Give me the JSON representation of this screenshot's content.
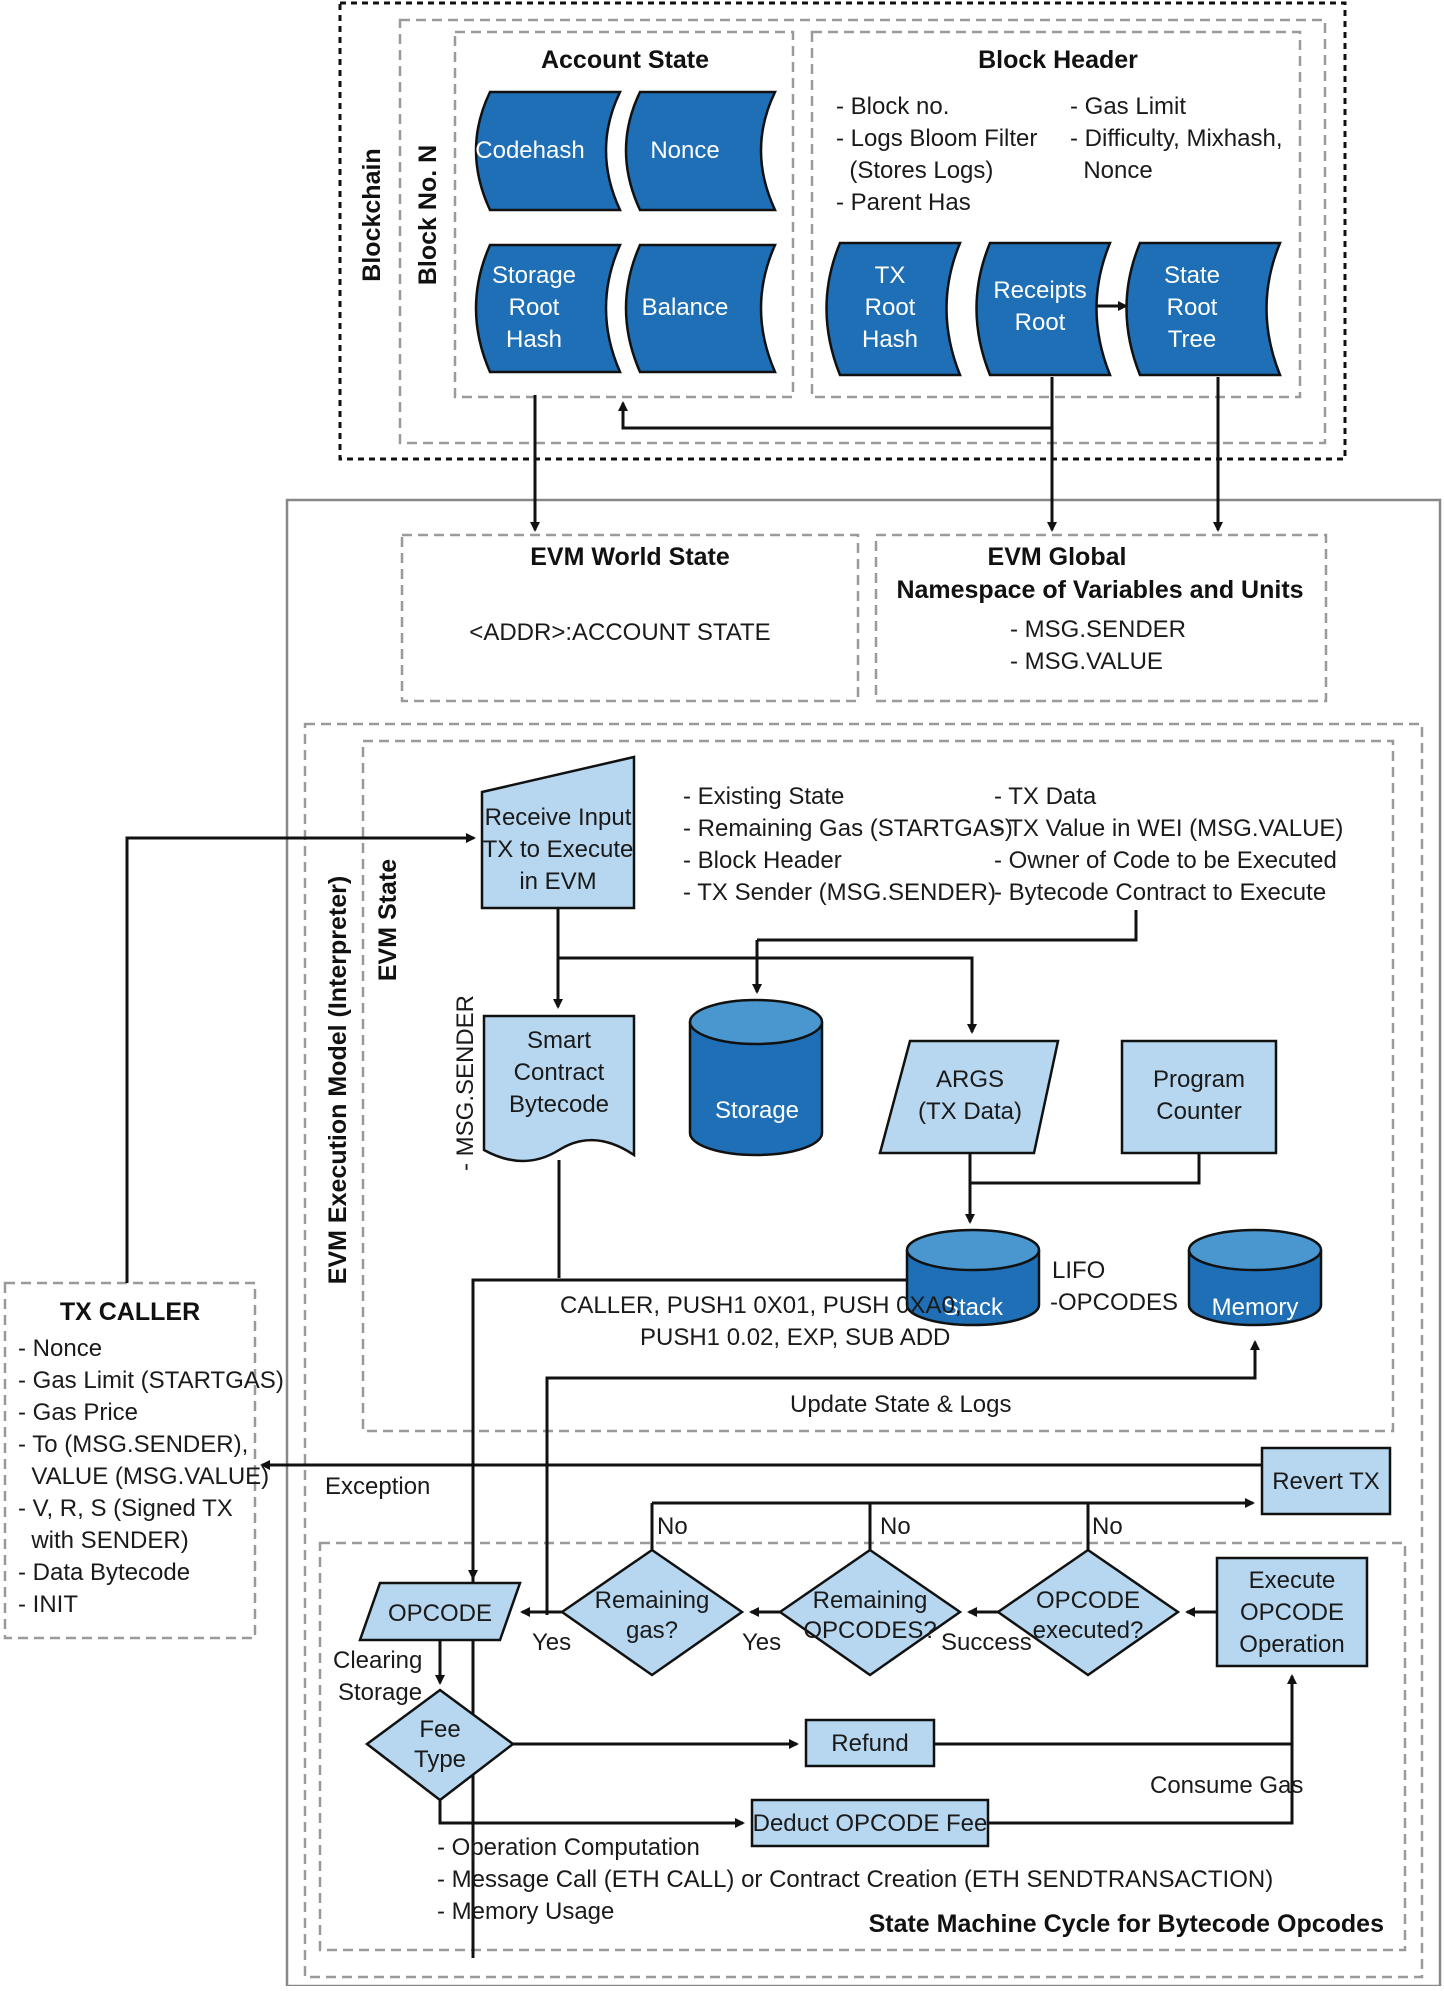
{
  "colors": {
    "dark_shape": "#1e6fb6",
    "dark_shape_top": "#4a97d0",
    "light_shape": "#b6d7ef",
    "stroke": "#111111",
    "dashed": "#9a9a9a"
  },
  "blockchain": {
    "label": "Blockchain",
    "block_label": "Block No. N",
    "account_state": {
      "title": "Account State",
      "codehash": "Codehash",
      "nonce": "Nonce",
      "storage_root": [
        "Storage",
        "Root",
        "Hash"
      ],
      "balance": "Balance"
    },
    "block_header": {
      "title": "Block Header",
      "list_left": [
        "- Block no.",
        "- Logs Bloom Filter",
        "  (Stores Logs)",
        "- Parent Has"
      ],
      "list_right": [
        "- Gas Limit",
        "- Difficulty, Mixhash,",
        "  Nonce"
      ],
      "tx_root": [
        "TX",
        "Root",
        "Hash"
      ],
      "receipts_root": [
        "Receipts",
        "Root"
      ],
      "state_root": [
        "State",
        "Root",
        "Tree"
      ]
    }
  },
  "world_state": {
    "title": "EVM World State",
    "line": "<ADDR>:ACCOUNT STATE"
  },
  "global_namespace": {
    "title_1": "EVM Global",
    "title_2": "Namespace of Variables and Units",
    "items": [
      "- MSG.SENDER",
      "- MSG.VALUE"
    ]
  },
  "execution_model": {
    "label": "EVM Execution Model (Interpreter)",
    "evm_state_label": "EVM State",
    "receive_input": [
      "Receive Input",
      "TX to Execute",
      "in EVM"
    ],
    "state_list_left": [
      "- Existing State",
      "- Remaining Gas (STARTGAS)",
      "- Block Header",
      "- TX Sender (MSG.SENDER)"
    ],
    "state_list_right": [
      "- TX Data",
      "- TX Value in WEI (MSG.VALUE)",
      "- Owner of Code to be Executed",
      "- Bytecode Contract to Execute"
    ],
    "msg_sender_vertical": "- MSG.SENDER",
    "bytecode": [
      "Smart",
      "Contract",
      "Bytecode"
    ],
    "storage": "Storage",
    "args": [
      "ARGS",
      "(TX Data)"
    ],
    "program_counter": [
      "Program",
      "Counter"
    ],
    "stack": "Stack",
    "lifo": [
      "LIFO",
      "-OPCODES"
    ],
    "memory": "Memory",
    "opcodes_line_1": "CALLER, PUSH1 0X01, PUSH 0XA0,",
    "opcodes_line_2": "PUSH1 0.02, EXP, SUB ADD",
    "update_state": "Update State & Logs"
  },
  "tx_caller": {
    "title": "TX CALLER",
    "items": [
      "- Nonce",
      "- Gas Limit (STARTGAS)",
      "- Gas Price",
      "- To (MSG.SENDER),",
      "  VALUE (MSG.VALUE)",
      "- V, R, S (Signed TX",
      "  with SENDER)",
      "- Data Bytecode",
      "- INIT"
    ]
  },
  "cycle": {
    "exception": "Exception",
    "revert": "Revert TX",
    "no": "No",
    "yes": "Yes",
    "success": "Success",
    "opcode": "OPCODE",
    "remaining_gas": [
      "Remaining",
      "gas?"
    ],
    "remaining_opcodes": [
      "Remaining",
      "OPCODES?"
    ],
    "opcode_executed": [
      "OPCODE",
      "executed?"
    ],
    "execute_opcode": [
      "Execute",
      "OPCODE",
      "Operation"
    ],
    "clearing_storage": [
      "Clearing",
      "Storage"
    ],
    "fee_type": [
      "Fee",
      "Type"
    ],
    "refund": "Refund",
    "deduct_fee": "Deduct OPCODE Fee",
    "consume_gas": "Consume Gas",
    "fee_list": [
      "- Operation Computation",
      "- Message Call (ETH CALL) or Contract Creation (ETH SENDTRANSACTION)",
      "- Memory Usage"
    ],
    "title": "State Machine Cycle for Bytecode Opcodes"
  }
}
